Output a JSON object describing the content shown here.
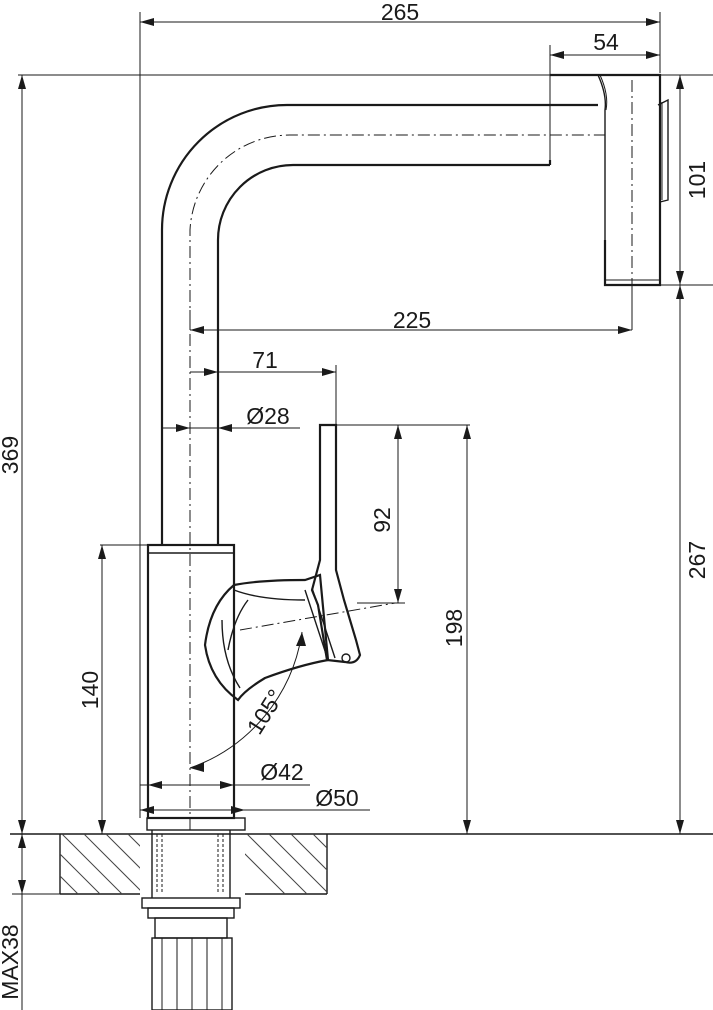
{
  "dimensions": {
    "overall_width": "265",
    "spout_head": "54",
    "head_height": "101",
    "spout_reach": "225",
    "lever_offset": "71",
    "spout_diameter": "Ø28",
    "lever_height": "92",
    "outlet_height": "267",
    "lever_top_height": "198",
    "body_height": "140",
    "total_height": "369",
    "lever_angle": "105°",
    "base_inner_diameter": "Ø42",
    "base_outer_diameter": "Ø50",
    "max_counter_thickness": "MAX38"
  }
}
